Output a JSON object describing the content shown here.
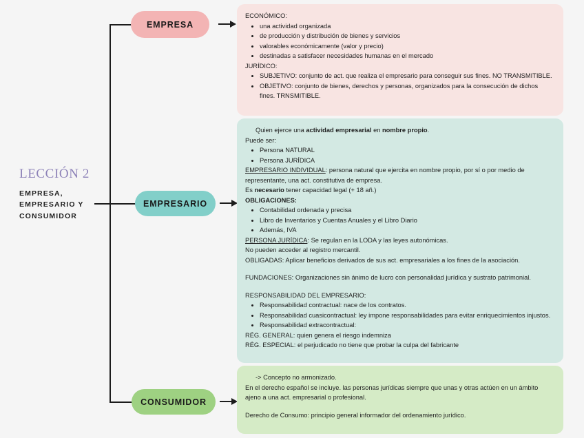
{
  "title": {
    "lesson": "LECCIÓN 2",
    "subtitle": "EMPRESA,\nEMPRESARIO Y\nCONSUMIDOR"
  },
  "colors": {
    "page_background": "#f5f5f5",
    "pill_empresa": "#f3b4b4",
    "pill_empresario": "#82cfc9",
    "pill_consumidor": "#9ed182",
    "box_empresa": "#f8e4e2",
    "box_empresario": "#d3e9e3",
    "box_consumidor": "#d5ebc6",
    "title_accent": "#8d82b8",
    "connector": "#1c1c1c"
  },
  "nodes": {
    "empresa": "EMPRESA",
    "empresario": "EMPRESARIO",
    "consumidor": "CONSUMIDOR"
  },
  "empresa_box": {
    "heading_economico": "ECONÓMICO:",
    "economico_items": [
      "una actividad organizada",
      "de producción y distribución de bienes y servicios",
      "valorables económicamente (valor y precio)",
      "destinadas a satisfacer necesidades humanas en el mercado"
    ],
    "heading_juridico": "JURÍDICO:",
    "juridico_items": [
      "SUBJETIVO: conjunto de act. que realiza el empresario para conseguir sus fines. NO TRANSMITIBLE.",
      "OBJETIVO: conjunto de bienes, derechos y personas, organizados para la consecución de dichos fines. TRNSMITIBLE."
    ]
  },
  "empresario_box": {
    "intro_pre": "Quien ejerce una ",
    "intro_bold1": "actividad empresarial",
    "intro_mid": " en ",
    "intro_bold2": "nombre propio",
    "intro_post": ".",
    "puede_ser": "Puede ser:",
    "puede_ser_items": [
      "Persona NATURAL",
      "Persona JURÍDICA"
    ],
    "empresario_individual_label": "EMPRESARIO INDIVIDUAL",
    "empresario_individual_text": ": persona natural que ejercita en nombre propio, por sí o por medio de representante, una act. constitutiva de empresa.",
    "necesario_pre": "Es ",
    "necesario_bold": "necesario",
    "necesario_post": " tener capacidad legal (+ 18 añ.)",
    "obligaciones_label": "OBLIGACIONES",
    "obligaciones_colon": ":",
    "obligaciones_items": [
      "Contabilidad ordenada y precisa",
      "Libro de Inventarios y Cuentas Anuales y el Libro Diario",
      "Además, IVA"
    ],
    "persona_juridica_label": "PERSONA JURÍDICA",
    "persona_juridica_text": ": Se regulan en la LODA y las leyes autonómicas.",
    "no_pueden": "No pueden acceder al registro mercantil.",
    "obligadas": "OBLIGADAS: Aplicar beneficios derivados de sus act. empresariales a los fines de la asociación.",
    "fundaciones": "FUNDACIONES: Organizaciones sin ánimo de lucro con personalidad jurídica y sustrato patrimonial.",
    "responsabilidad_heading": "RESPONSABILIDAD DEL EMPRESARIO:",
    "responsabilidad_items": [
      "Responsabilidad contractual: nace de los contratos.",
      "Responsabilidad cuasicontractual: ley impone responsabilidades para evitar enriquecimientos injustos.",
      "Responsabilidad extracontractual:"
    ],
    "reg_general": "RÉG. GENERAL: quien genera el riesgo indemniza",
    "reg_especial": "RÉG. ESPECIAL: el perjudicado no tiene que probar la culpa del fabricante"
  },
  "consumidor_box": {
    "line1": "-> Concepto no armonizado.",
    "line2": "En el derecho español se incluye. las personas jurídicas siempre que unas y otras actúen en un ámbito ajeno a una act. empresarial o profesional.",
    "line3": "Derecho de Consumo: principio general informador del ordenamiento jurídico."
  }
}
